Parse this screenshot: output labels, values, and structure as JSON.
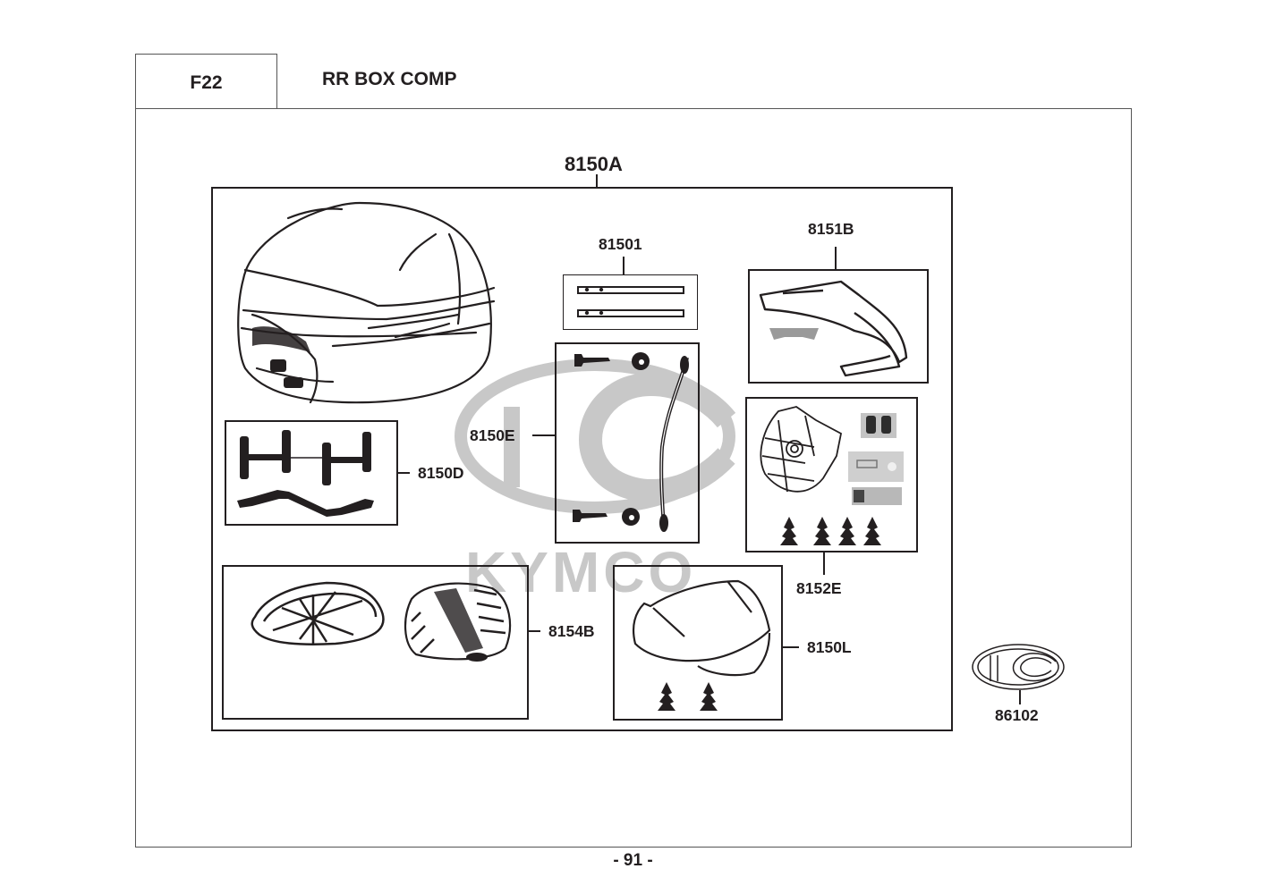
{
  "header": {
    "section_code": "F22",
    "section_title": "RR BOX COMP"
  },
  "assembly": {
    "part_number": "8150A"
  },
  "parts": [
    {
      "id": "box-body",
      "part_number": "",
      "description": "top box body (rear box)"
    },
    {
      "id": "81501",
      "part_number": "81501",
      "description": "strips"
    },
    {
      "id": "8151B",
      "part_number": "8151B",
      "description": "seal/edge rubber"
    },
    {
      "id": "8150D",
      "part_number": "8150D",
      "description": "hinge pins and link"
    },
    {
      "id": "8150E",
      "part_number": "8150E",
      "description": "screws, washers and strap"
    },
    {
      "id": "8152E",
      "part_number": "8152E",
      "description": "latch/lock set with clips"
    },
    {
      "id": "8154B",
      "part_number": "8154B",
      "description": "base plate and pad"
    },
    {
      "id": "8150L",
      "part_number": "8150L",
      "description": "lid cover with clips"
    },
    {
      "id": "86102",
      "part_number": "86102",
      "description": "emblem"
    }
  ],
  "watermark": {
    "text": "KYMCO"
  },
  "footer": {
    "page_number": "- 91 -"
  },
  "colors": {
    "line": "#231f20",
    "frame": "#555555",
    "watermark": "#c8c8c8"
  }
}
